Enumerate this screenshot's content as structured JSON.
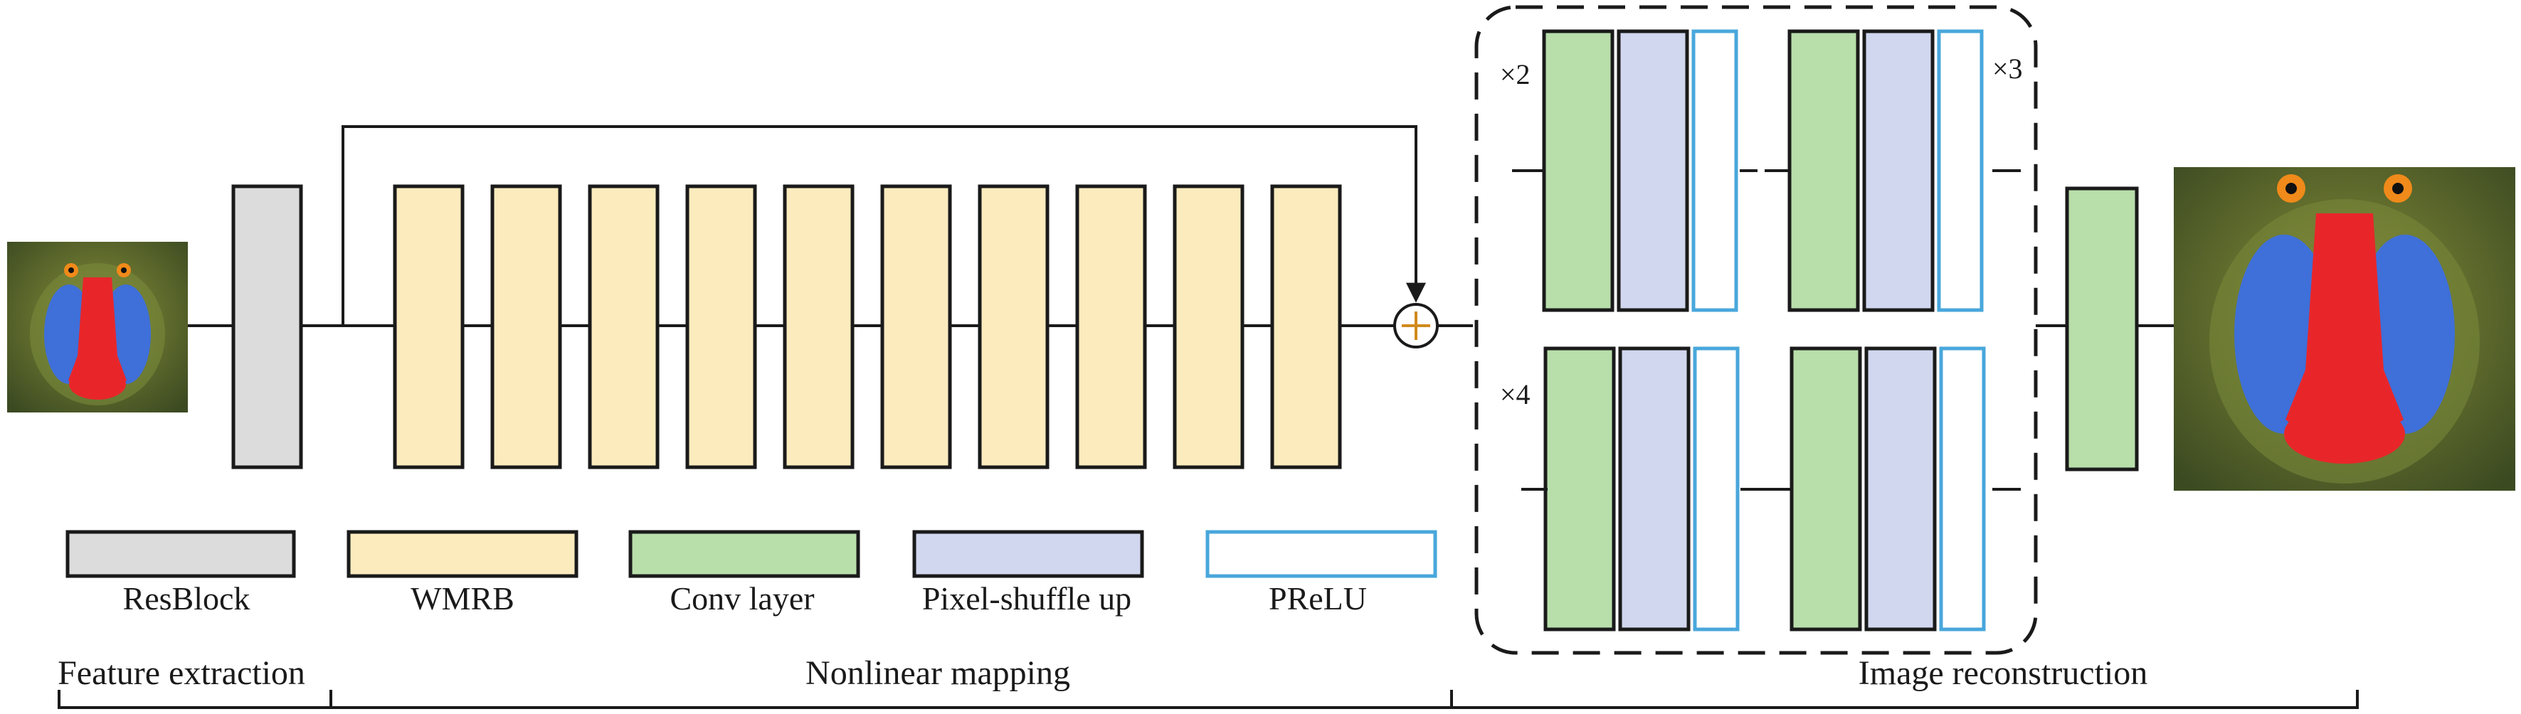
{
  "colors": {
    "resblock": "#dcdcdc",
    "wmrb": "#fbebbd",
    "conv": "#b8deaa",
    "pixel_shuffle": "#d0d7ee",
    "prelu_stroke": "#48a7db",
    "plus": "#d18a1c"
  },
  "legend": {
    "resblock": "ResBlock",
    "wmrb": "WMRB",
    "conv": "Conv layer",
    "pixel_shuffle": "Pixel-shuffle up",
    "prelu": "PReLU"
  },
  "multipliers": {
    "x2": "×2",
    "x3": "×3",
    "x4": "×4"
  },
  "sections": {
    "feature": "Feature extraction",
    "nonlinear": "Nonlinear mapping",
    "reconstruction": "Image reconstruction"
  },
  "wmrb_block_count": 10,
  "images": {
    "input": "mandrill-input-image",
    "output": "mandrill-output-image"
  }
}
